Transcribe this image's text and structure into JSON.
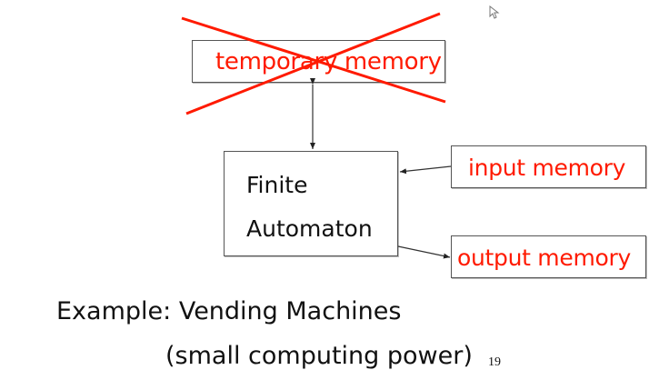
{
  "slide": {
    "page_number": "19",
    "temporary_memory": {
      "label": "temporary memory",
      "crossed_out": true
    },
    "finite_automaton": {
      "line1": "Finite",
      "line2": "Automaton"
    },
    "input_memory": {
      "label": "input memory"
    },
    "output_memory": {
      "label": "output memory"
    },
    "example_line1": "Example: Vending Machines",
    "example_line2": "(small computing power)"
  },
  "colors": {
    "accent_red": "#ff1a00",
    "text_black": "#111111",
    "box_border": "#555555"
  }
}
